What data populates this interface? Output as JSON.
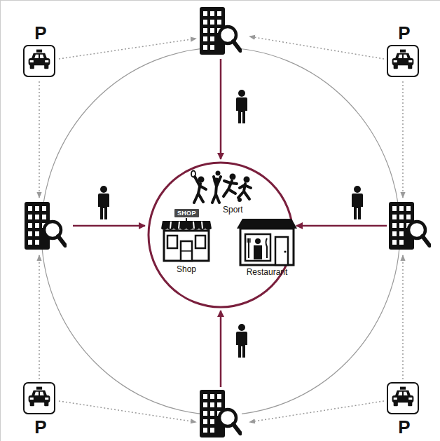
{
  "diagram": {
    "nodes": [
      {
        "text": [
          "P"
        ]
      },
      {
        "text": [
          "P"
        ]
      },
      {
        "text": [
          "Sport"
        ]
      },
      {
        "text": [
          "SHOP",
          "Shop"
        ],
        "in": 2
      },
      {
        "text": [
          "Restaurant"
        ],
        "in": 2
      },
      {
        "text": [
          "P"
        ]
      },
      {
        "text": [
          "P"
        ]
      }
    ]
  }
}
